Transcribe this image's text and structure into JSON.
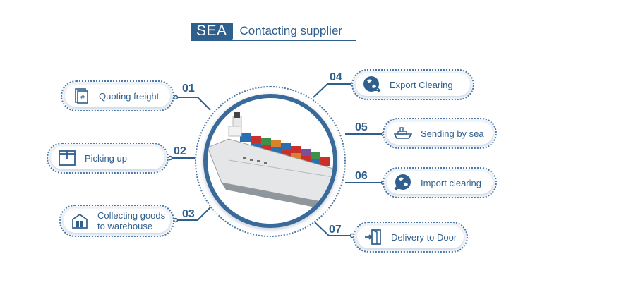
{
  "header": {
    "badge": "SEA",
    "subtitle": "Contacting supplier"
  },
  "colors": {
    "primary": "#2f5f8c",
    "dotted": "#4a78a8"
  },
  "steps": [
    {
      "number": "01",
      "label": "Quoting freight",
      "icon": "invoice-icon"
    },
    {
      "number": "02",
      "label": "Picking up",
      "icon": "package-box-icon"
    },
    {
      "number": "03",
      "label": "Collecting goods to warehouse",
      "icon": "warehouse-icon"
    },
    {
      "number": "04",
      "label": "Export Clearing",
      "icon": "globe-arrow-icon"
    },
    {
      "number": "05",
      "label": "Sending by sea",
      "icon": "ship-icon"
    },
    {
      "number": "06",
      "label": "Import clearing",
      "icon": "globe-arrow-icon"
    },
    {
      "number": "07",
      "label": "Delivery to Door",
      "icon": "door-enter-icon"
    }
  ]
}
